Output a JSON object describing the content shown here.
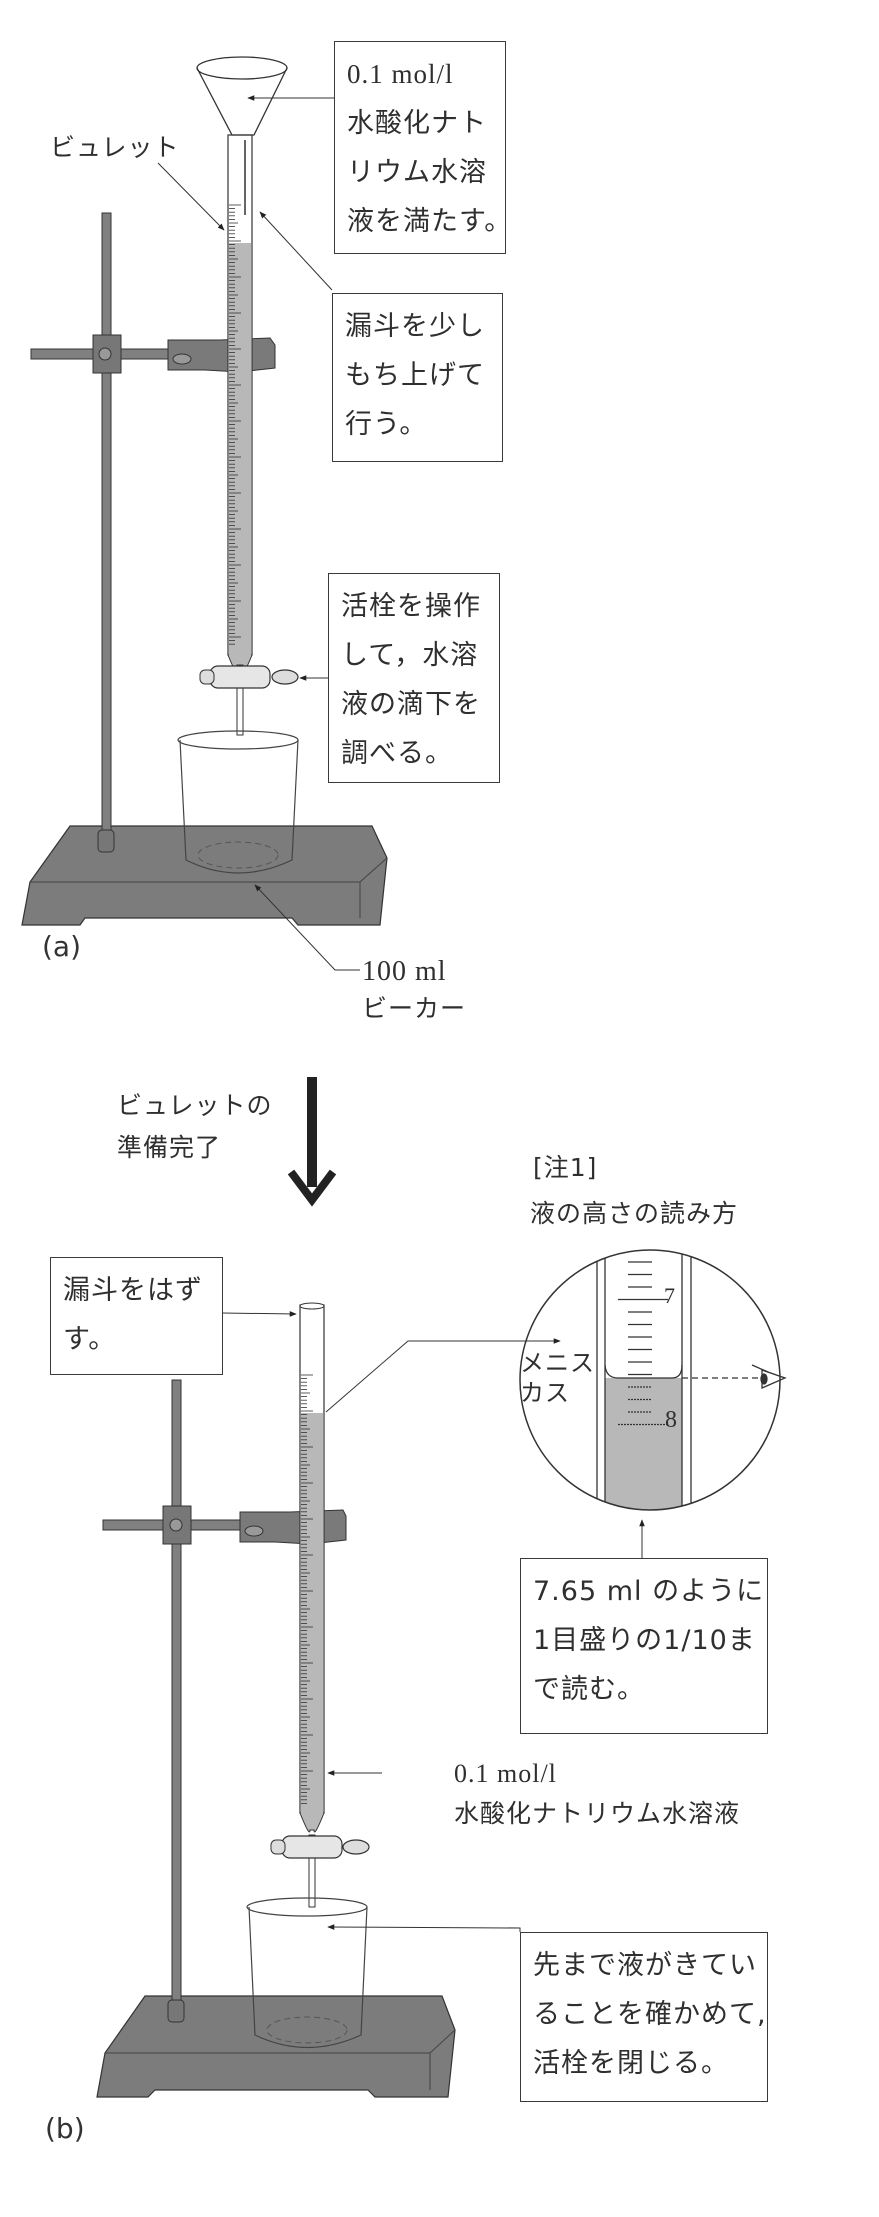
{
  "panel_a": {
    "caption": "(a)",
    "burette_label": "ビュレット",
    "fill_box": {
      "lines": [
        "0.1 mol/l",
        "水酸化ナト",
        "リウム水溶",
        "液を満たす。"
      ]
    },
    "lift_box": {
      "lines": [
        "漏斗を少し",
        "もち上げて",
        "行う。"
      ]
    },
    "stopcock_box": {
      "lines": [
        "活栓を操作",
        "して，水溶",
        "液の滴下を",
        "調べる。"
      ]
    },
    "beaker_label": {
      "volume": "100 ml",
      "name": "ビーカー"
    }
  },
  "transition": {
    "lines": [
      "ビュレットの",
      "準備完了"
    ],
    "arrow_icon": "down-arrow"
  },
  "panel_b": {
    "caption": "(b)",
    "remove_box": {
      "lines": [
        "漏斗をはず",
        "す。"
      ]
    },
    "note": {
      "tag": "[注1]",
      "title": "液の高さの読み方",
      "meniscus_label": [
        "メニス",
        "カス"
      ],
      "scale_marks": [
        "7",
        "8"
      ],
      "eye_icon": "eye"
    },
    "reading_box": {
      "lines": [
        "7.65 ml のように",
        "1目盛りの1/10ま",
        "で読む。"
      ]
    },
    "solution_label": [
      "0.1 mol/l",
      "水酸化ナトリウム水溶液"
    ],
    "tip_box": {
      "lines": [
        "先まで液がきてい",
        "ることを確かめて,",
        "活栓を閉じる。"
      ]
    }
  },
  "colors": {
    "ink": "#2f2f2f",
    "metal": "#7a7a7a",
    "metal_dark": "#555555",
    "liquid": "#b8b8b8",
    "glass": "#ffffff"
  }
}
